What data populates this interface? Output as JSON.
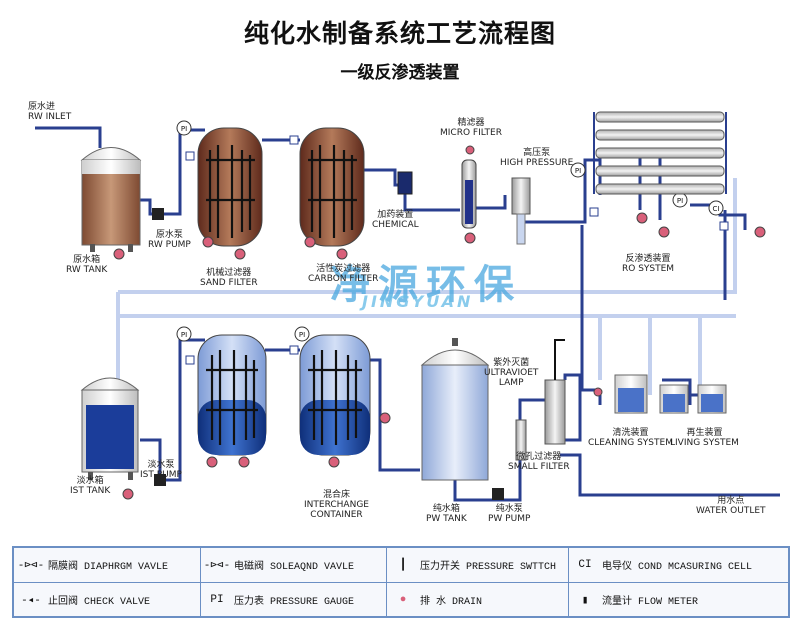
{
  "title": "纯化水制备系统工艺流程图",
  "subtitle": "一级反渗透装置",
  "watermark": {
    "cn": "净源环保",
    "en": "JINGYUAN"
  },
  "labels": {
    "rw_inlet": "原水进\nRW INLET",
    "rw_tank": "原水箱\nRW TANK",
    "rw_pump": "原水泵\nRW PUMP",
    "sand_filter": "机械过滤器\nSAND FILTER",
    "carbon_filter": "活性炭过滤器\nCARBON FILTER",
    "chemical": "加药装置\nCHEMICAL",
    "micro_filter": "精滤器\nMICRO FILTER",
    "high_pressure": "高压泵\nHIGH PRESSURE",
    "ro_system": "反渗透装置\nRO SYSTEM",
    "ist_tank": "淡水箱\nIST TANK",
    "ist_pump": "淡水泵\nIST PUMP",
    "interchange": "混合床\nINTERCHANGE\nCONTAINER",
    "pw_tank": "纯水箱\nPW TANK",
    "pw_pump": "纯水泵\nPW PUMP",
    "uv_lamp": "紫外灭菌\nULTRAVIOET\nLAMP",
    "small_filter": "微孔过滤器\nSMALL FILTER",
    "cleaning": "清洗装置\nCLEANING SYSTEM",
    "living": "再生装置\nLIVING SYSTEM",
    "water_outlet": "用水点\nWATER OUTLET",
    "pi": "PI",
    "ci": "CI"
  },
  "legend": [
    {
      "icon": "diaphragm-valve-icon",
      "glyph": "-⊳⊲-",
      "text": "隔膜阀 DIAPHRGM VAVLE"
    },
    {
      "icon": "solenoid-valve-icon",
      "glyph": "-⊳⊲-",
      "text": "电磁阀 SOLEAQND VAVLE"
    },
    {
      "icon": "pressure-switch-icon",
      "glyph": "┃",
      "text": "压力开关 PRESSURE SWTTCH"
    },
    {
      "icon": "cond-cell-icon",
      "glyph": "CI",
      "text": "电导仪 COND MCASURING CELL"
    },
    {
      "icon": "check-valve-icon",
      "glyph": "-◂-",
      "text": "止回阀 CHECK VALVE"
    },
    {
      "icon": "pressure-gauge-icon",
      "glyph": "PI",
      "text": "压力表 PRESSURE GAUGE"
    },
    {
      "icon": "drain-icon",
      "glyph": "●",
      "text": "排  水 DRAIN"
    },
    {
      "icon": "flow-meter-icon",
      "glyph": "▮",
      "text": "流量计 FLOW METER"
    }
  ],
  "colors": {
    "pipe": "#2a3f8f",
    "pipe_light": "#b8c8ea",
    "filter_top": "#7a3b2a",
    "filter_blue": "#1f4fb0",
    "drain": "#d9607a",
    "legend_border": "#6b8fc4"
  }
}
